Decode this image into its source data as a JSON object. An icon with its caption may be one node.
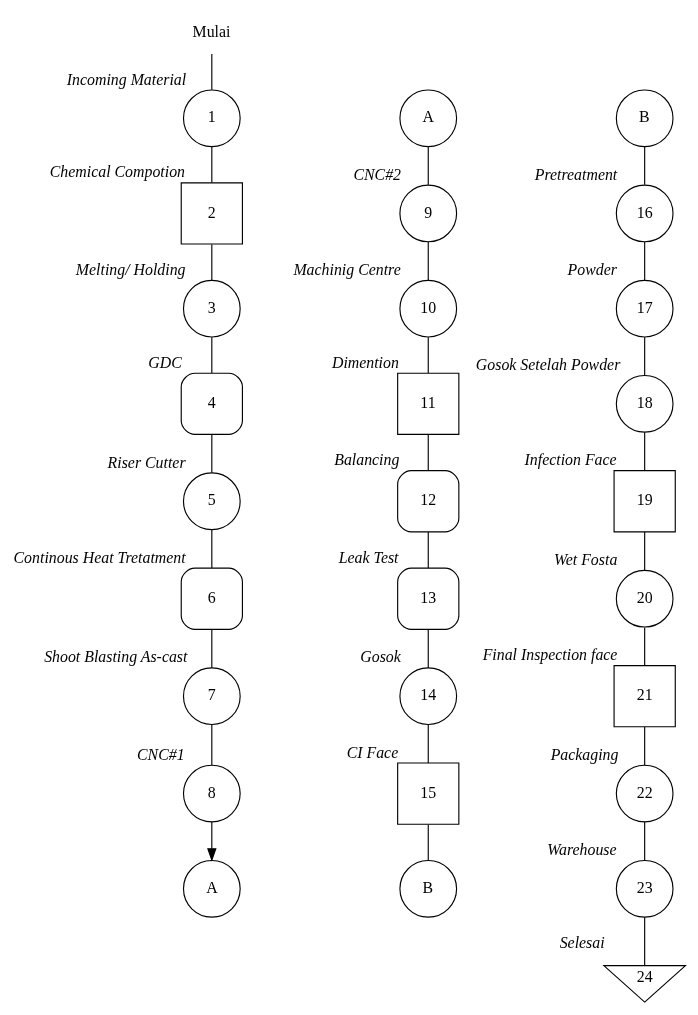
{
  "diagram": {
    "nodes": [
      {
        "text": [
          "Mulai"
        ]
      },
      {
        "text": [
          "1"
        ],
        "beside": [
          "Incoming Material"
        ]
      },
      {
        "text": [
          "2"
        ],
        "beside": [
          "Chemical Compotion"
        ]
      },
      {
        "text": [
          "3"
        ],
        "beside": [
          "Melting/ Holding"
        ]
      },
      {
        "text": [
          "4"
        ],
        "beside": [
          "GDC"
        ]
      },
      {
        "text": [
          "5"
        ],
        "beside": [
          "Riser Cutter"
        ]
      },
      {
        "text": [
          "6"
        ],
        "beside": [
          "Continous Heat Tretatment"
        ]
      },
      {
        "text": [
          "7"
        ],
        "beside": [
          "Shoot Blasting As-cast"
        ]
      },
      {
        "text": [
          "8"
        ],
        "beside": [
          "CNC#1"
        ]
      },
      {
        "text": [
          "A"
        ]
      },
      {
        "text": [
          "A"
        ]
      },
      {
        "text": [
          "9"
        ],
        "beside": [
          "CNC#2"
        ]
      },
      {
        "text": [
          "10"
        ],
        "beside": [
          "Machinig Centre"
        ]
      },
      {
        "text": [
          "11"
        ],
        "beside": [
          "Dimention"
        ]
      },
      {
        "text": [
          "12"
        ],
        "beside": [
          "Balancing"
        ]
      },
      {
        "text": [
          "13"
        ],
        "beside": [
          "Leak Test"
        ]
      },
      {
        "text": [
          "14"
        ],
        "beside": [
          "Gosok"
        ]
      },
      {
        "text": [
          "15"
        ],
        "beside": [
          "CI Face"
        ]
      },
      {
        "text": [
          "B"
        ]
      },
      {
        "text": [
          "B"
        ]
      },
      {
        "text": [
          "16"
        ],
        "beside": [
          "Pretreatment"
        ]
      },
      {
        "text": [
          "17"
        ],
        "beside": [
          "Powder"
        ]
      },
      {
        "text": [
          "18"
        ],
        "beside": [
          "Gosok Setelah Powder"
        ]
      },
      {
        "text": [
          "19"
        ],
        "beside": [
          "Infection Face"
        ]
      },
      {
        "text": [
          "20"
        ],
        "beside": [
          "Wet Fosta"
        ]
      },
      {
        "text": [
          "21"
        ],
        "beside": [
          "Final Inspection face"
        ]
      },
      {
        "text": [
          "22"
        ],
        "beside": [
          "Packaging"
        ]
      },
      {
        "text": [
          "23"
        ],
        "beside": [
          "Warehouse"
        ]
      },
      {
        "text": [
          "24"
        ],
        "beside": [
          "Selesai"
        ]
      }
    ],
    "edges": [
      {
        "from": 0,
        "to": 1,
        "arrow": "none"
      },
      {
        "from": 1,
        "to": 2,
        "arrow": "none"
      },
      {
        "from": 2,
        "to": 3,
        "arrow": "none"
      },
      {
        "from": 3,
        "to": 4,
        "arrow": "none"
      },
      {
        "from": 4,
        "to": 5,
        "arrow": "none"
      },
      {
        "from": 5,
        "to": 6,
        "arrow": "none"
      },
      {
        "from": 6,
        "to": 7,
        "arrow": "none"
      },
      {
        "from": 7,
        "to": 8,
        "arrow": "none"
      },
      {
        "from": 8,
        "to": 9,
        "arrow": "to"
      },
      {
        "from": 10,
        "to": 11,
        "arrow": "none"
      },
      {
        "from": 11,
        "to": 12,
        "arrow": "none"
      },
      {
        "from": 12,
        "to": 13,
        "arrow": "none"
      },
      {
        "from": 13,
        "to": 14,
        "arrow": "none"
      },
      {
        "from": 14,
        "to": 15,
        "arrow": "none"
      },
      {
        "from": 15,
        "to": 16,
        "arrow": "none"
      },
      {
        "from": 16,
        "to": 17,
        "arrow": "none"
      },
      {
        "from": 17,
        "to": 18,
        "arrow": "none"
      },
      {
        "from": 19,
        "to": 20,
        "arrow": "none"
      },
      {
        "from": 20,
        "to": 21,
        "arrow": "none"
      },
      {
        "from": 21,
        "to": 22,
        "arrow": "none"
      },
      {
        "from": 22,
        "to": 23,
        "arrow": "none"
      },
      {
        "from": 23,
        "to": 24,
        "arrow": "none"
      },
      {
        "from": 24,
        "to": 25,
        "arrow": "none"
      },
      {
        "from": 25,
        "to": 26,
        "arrow": "none"
      },
      {
        "from": 26,
        "to": 27,
        "arrow": "none"
      },
      {
        "from": 27,
        "to": 28,
        "arrow": "none"
      }
    ]
  }
}
